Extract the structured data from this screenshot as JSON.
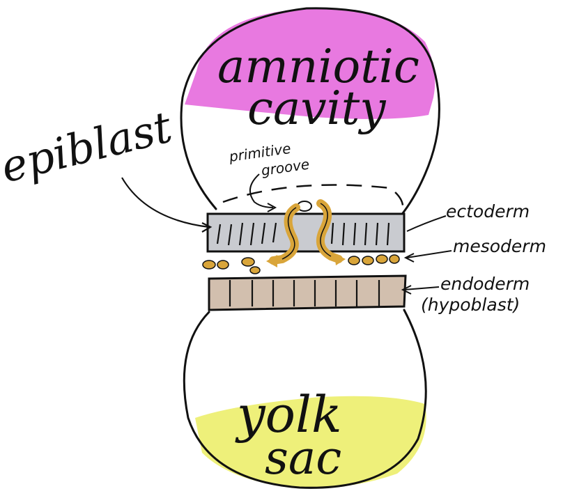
{
  "labels": {
    "amniotic_line1": "amniotic",
    "amniotic_line2": "cavity",
    "epiblast": "epiblast",
    "primitive_line1": "primitive",
    "primitive_line2": "groove",
    "ectoderm": "ectoderm",
    "mesoderm": "mesoderm",
    "endoderm": "endoderm",
    "hypoblast": "(hypoblast)",
    "yolk_line1": "yolk",
    "yolk_line2": "sac"
  },
  "colors": {
    "amniotic_fill": "#e879e0",
    "yolk_fill": "#eef07a",
    "ectoderm_fill": "#c9cbd0",
    "endoderm_fill": "#d2bfae",
    "mesoderm_cells": "#d9a53a",
    "outline": "#111111"
  }
}
